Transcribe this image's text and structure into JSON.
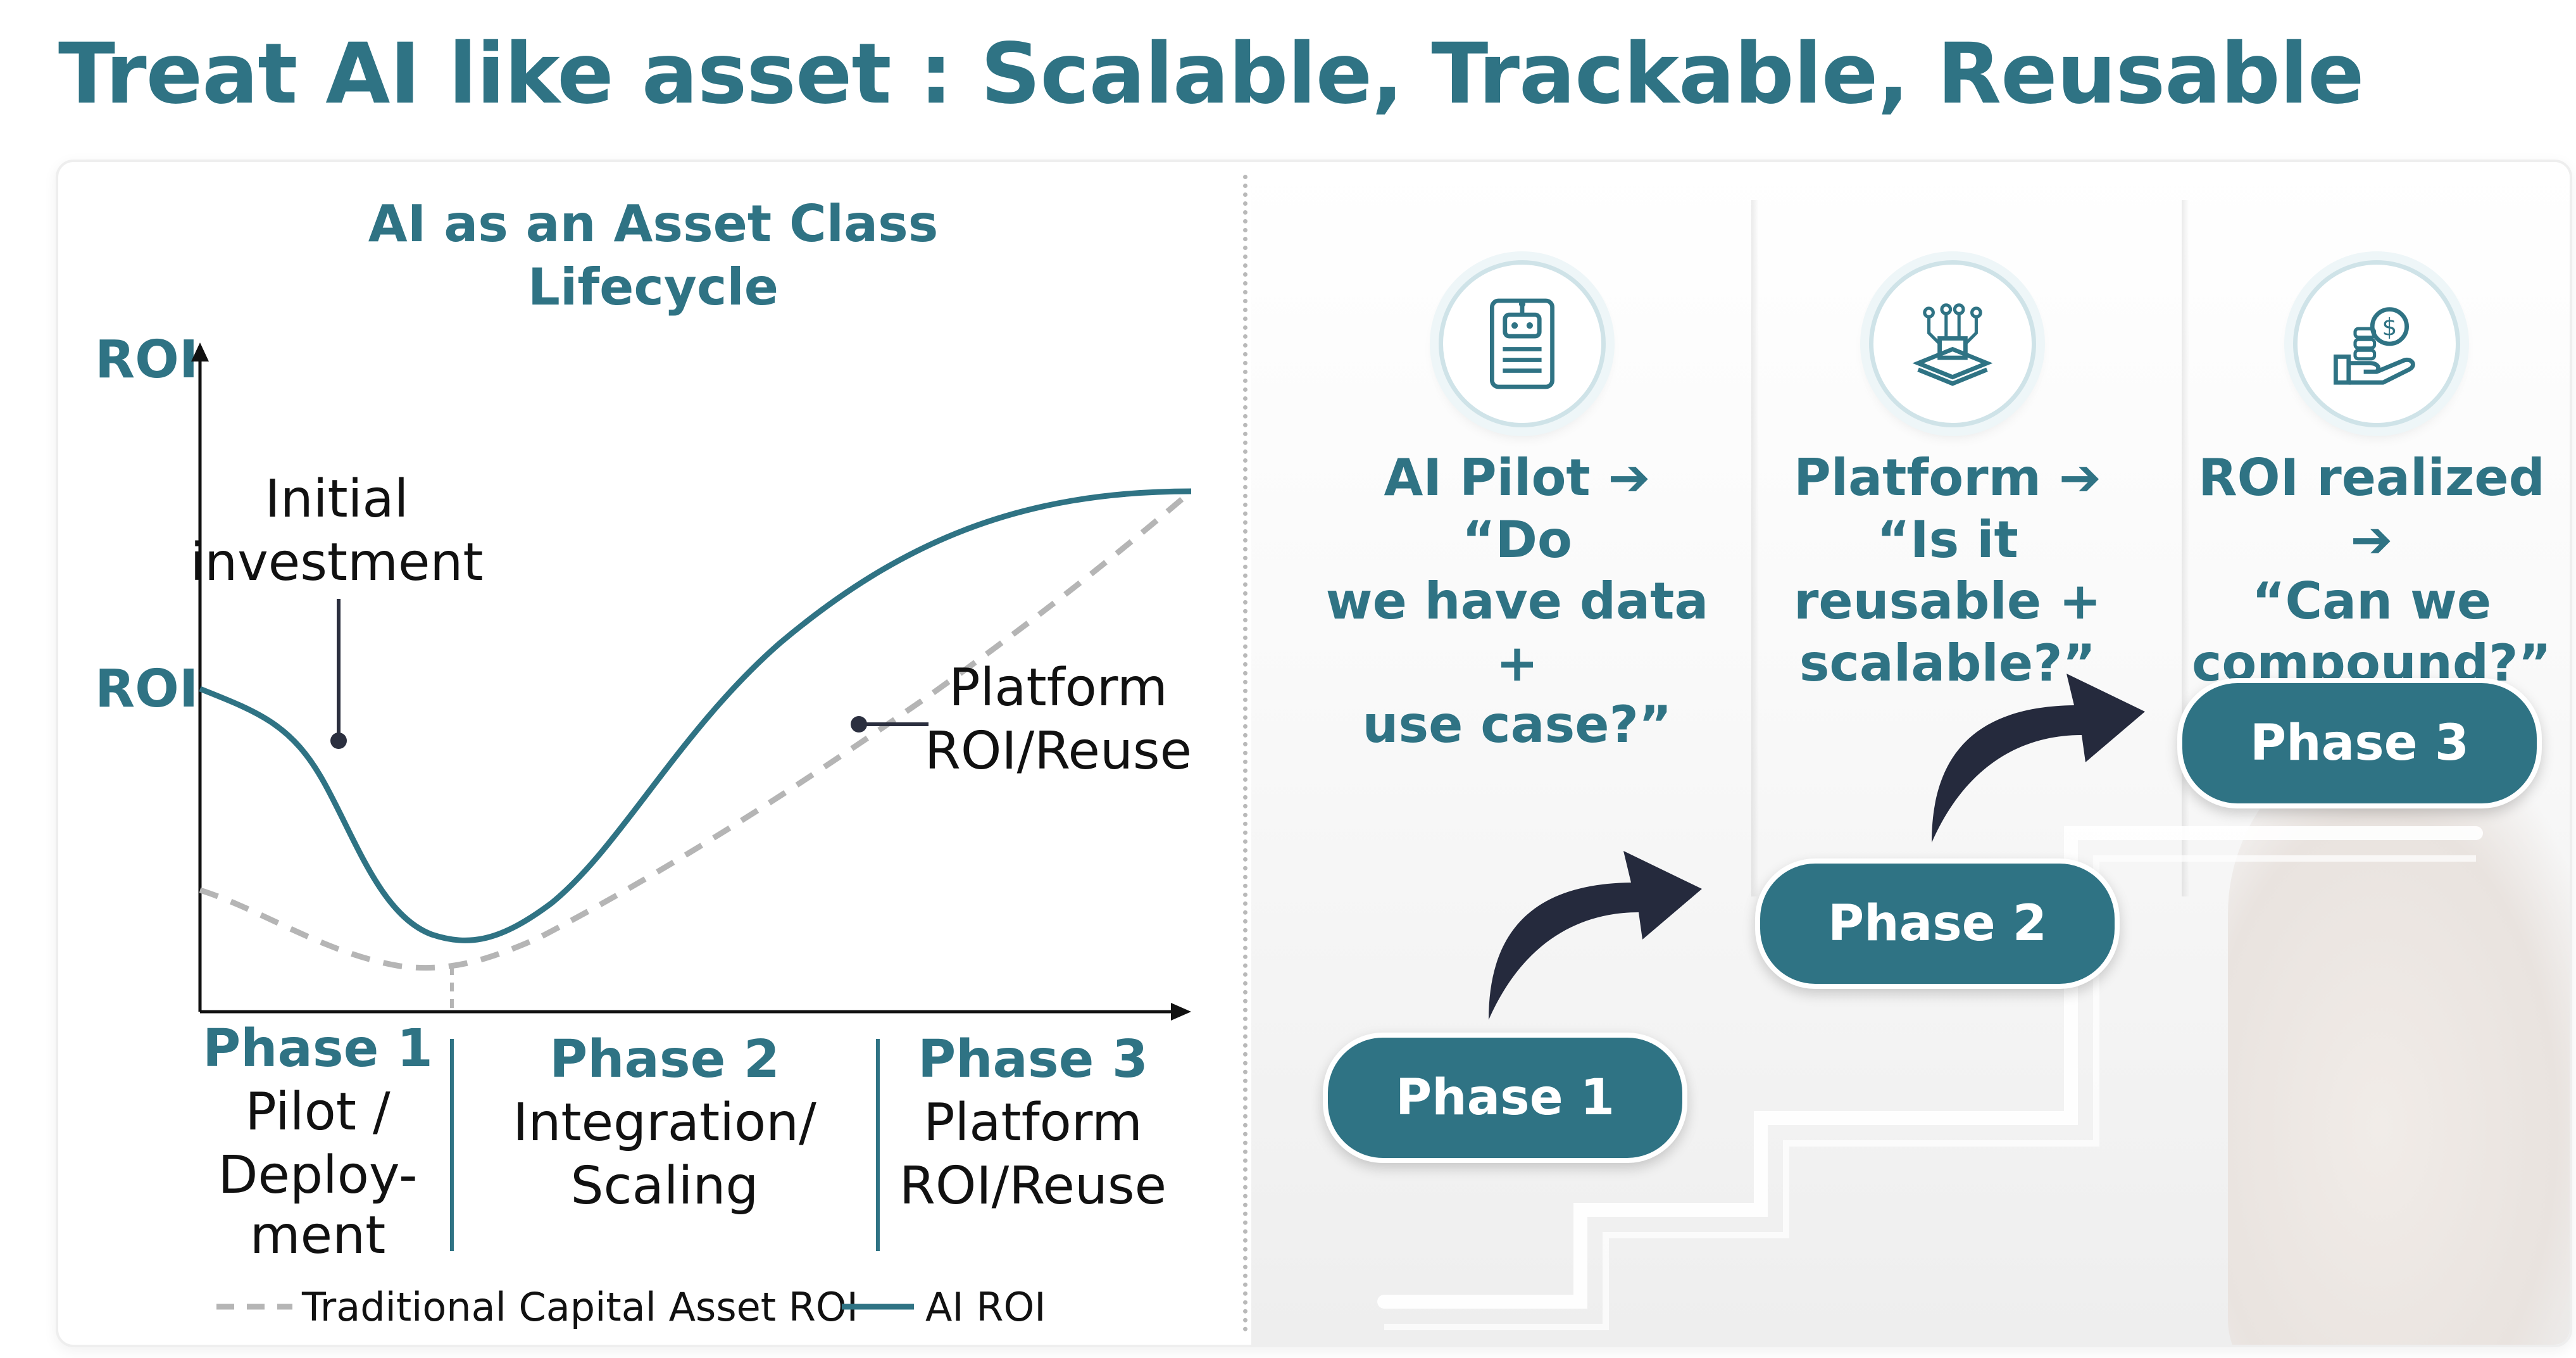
{
  "title": "Treat AI like asset : Scalable, Trackable, Reusable",
  "chart": {
    "title_line1": "AI as an Asset Class",
    "title_line2": "Lifecycle",
    "y_axis_label": "ROI",
    "y_start_label": "ROI",
    "annotations": {
      "initial_investment_line1": "Initial",
      "initial_investment_line2": "investment",
      "platform_line1": "Platform",
      "platform_line2": "ROI/Reuse"
    },
    "phases": [
      {
        "label": "Phase 1",
        "sub": [
          "Pilot /",
          "Deploy-",
          "ment"
        ]
      },
      {
        "label": "Phase 2",
        "sub": [
          "Integration/",
          "Scaling"
        ]
      },
      {
        "label": "Phase 3",
        "sub": [
          "Platform",
          "ROI/Reuse"
        ]
      }
    ],
    "legend": {
      "traditional": "Traditional Capital Asset ROI",
      "ai": "AI ROI"
    }
  },
  "chart_data": {
    "type": "line",
    "title": "AI as an Asset Class Lifecycle",
    "ylabel": "ROI",
    "x_categories": [
      "Phase 1",
      "Phase 2",
      "Phase 3"
    ],
    "series": [
      {
        "name": "AI ROI",
        "style": "solid",
        "color": "#2f7384"
      },
      {
        "name": "Traditional Capital Asset ROI",
        "style": "dashed",
        "color": "#b5b5b5"
      }
    ],
    "grid": false,
    "legend": "bottom"
  },
  "steps": [
    {
      "icon": "robot-document-icon",
      "question": [
        "AI Pilot ➔ “Do",
        "we have data +",
        "use case?”"
      ],
      "pill": "Phase 1"
    },
    {
      "icon": "circuit-platform-icon",
      "question": [
        "Platform ➔ “Is it",
        "reusable +",
        "scalable?”"
      ],
      "pill": "Phase 2"
    },
    {
      "icon": "coin-hand-icon",
      "question": [
        "ROI realized ➔",
        "“Can we",
        "compound?”"
      ],
      "pill": "Phase 3"
    }
  ],
  "colors": {
    "accent": "#2f7384",
    "dashed": "#b5b5b5",
    "arrow": "#252a3d"
  }
}
